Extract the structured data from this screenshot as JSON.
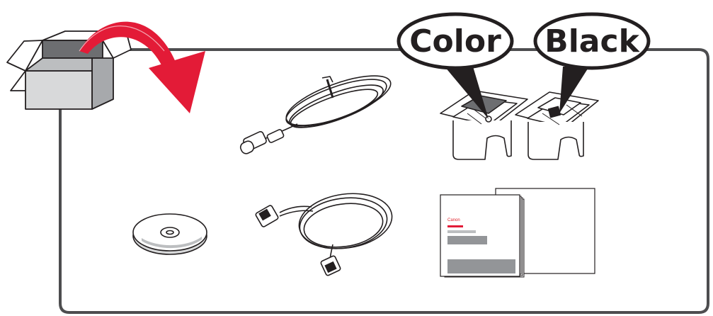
{
  "callouts": {
    "color_label": "Color",
    "black_label": "Black"
  },
  "manual": {
    "brand": "Canon"
  },
  "colors": {
    "outline": "#4d4d4f",
    "arrow_red": "#e31b37",
    "box_gray": "#d8d9da",
    "panel_gray": "#939598"
  },
  "icons": [
    "open-box-icon",
    "red-curved-arrow-icon",
    "power-cord-icon",
    "usb-cable-icon",
    "cd-rom-icon",
    "color-ink-cartridge-icon",
    "black-ink-cartridge-icon",
    "manuals-icon"
  ]
}
